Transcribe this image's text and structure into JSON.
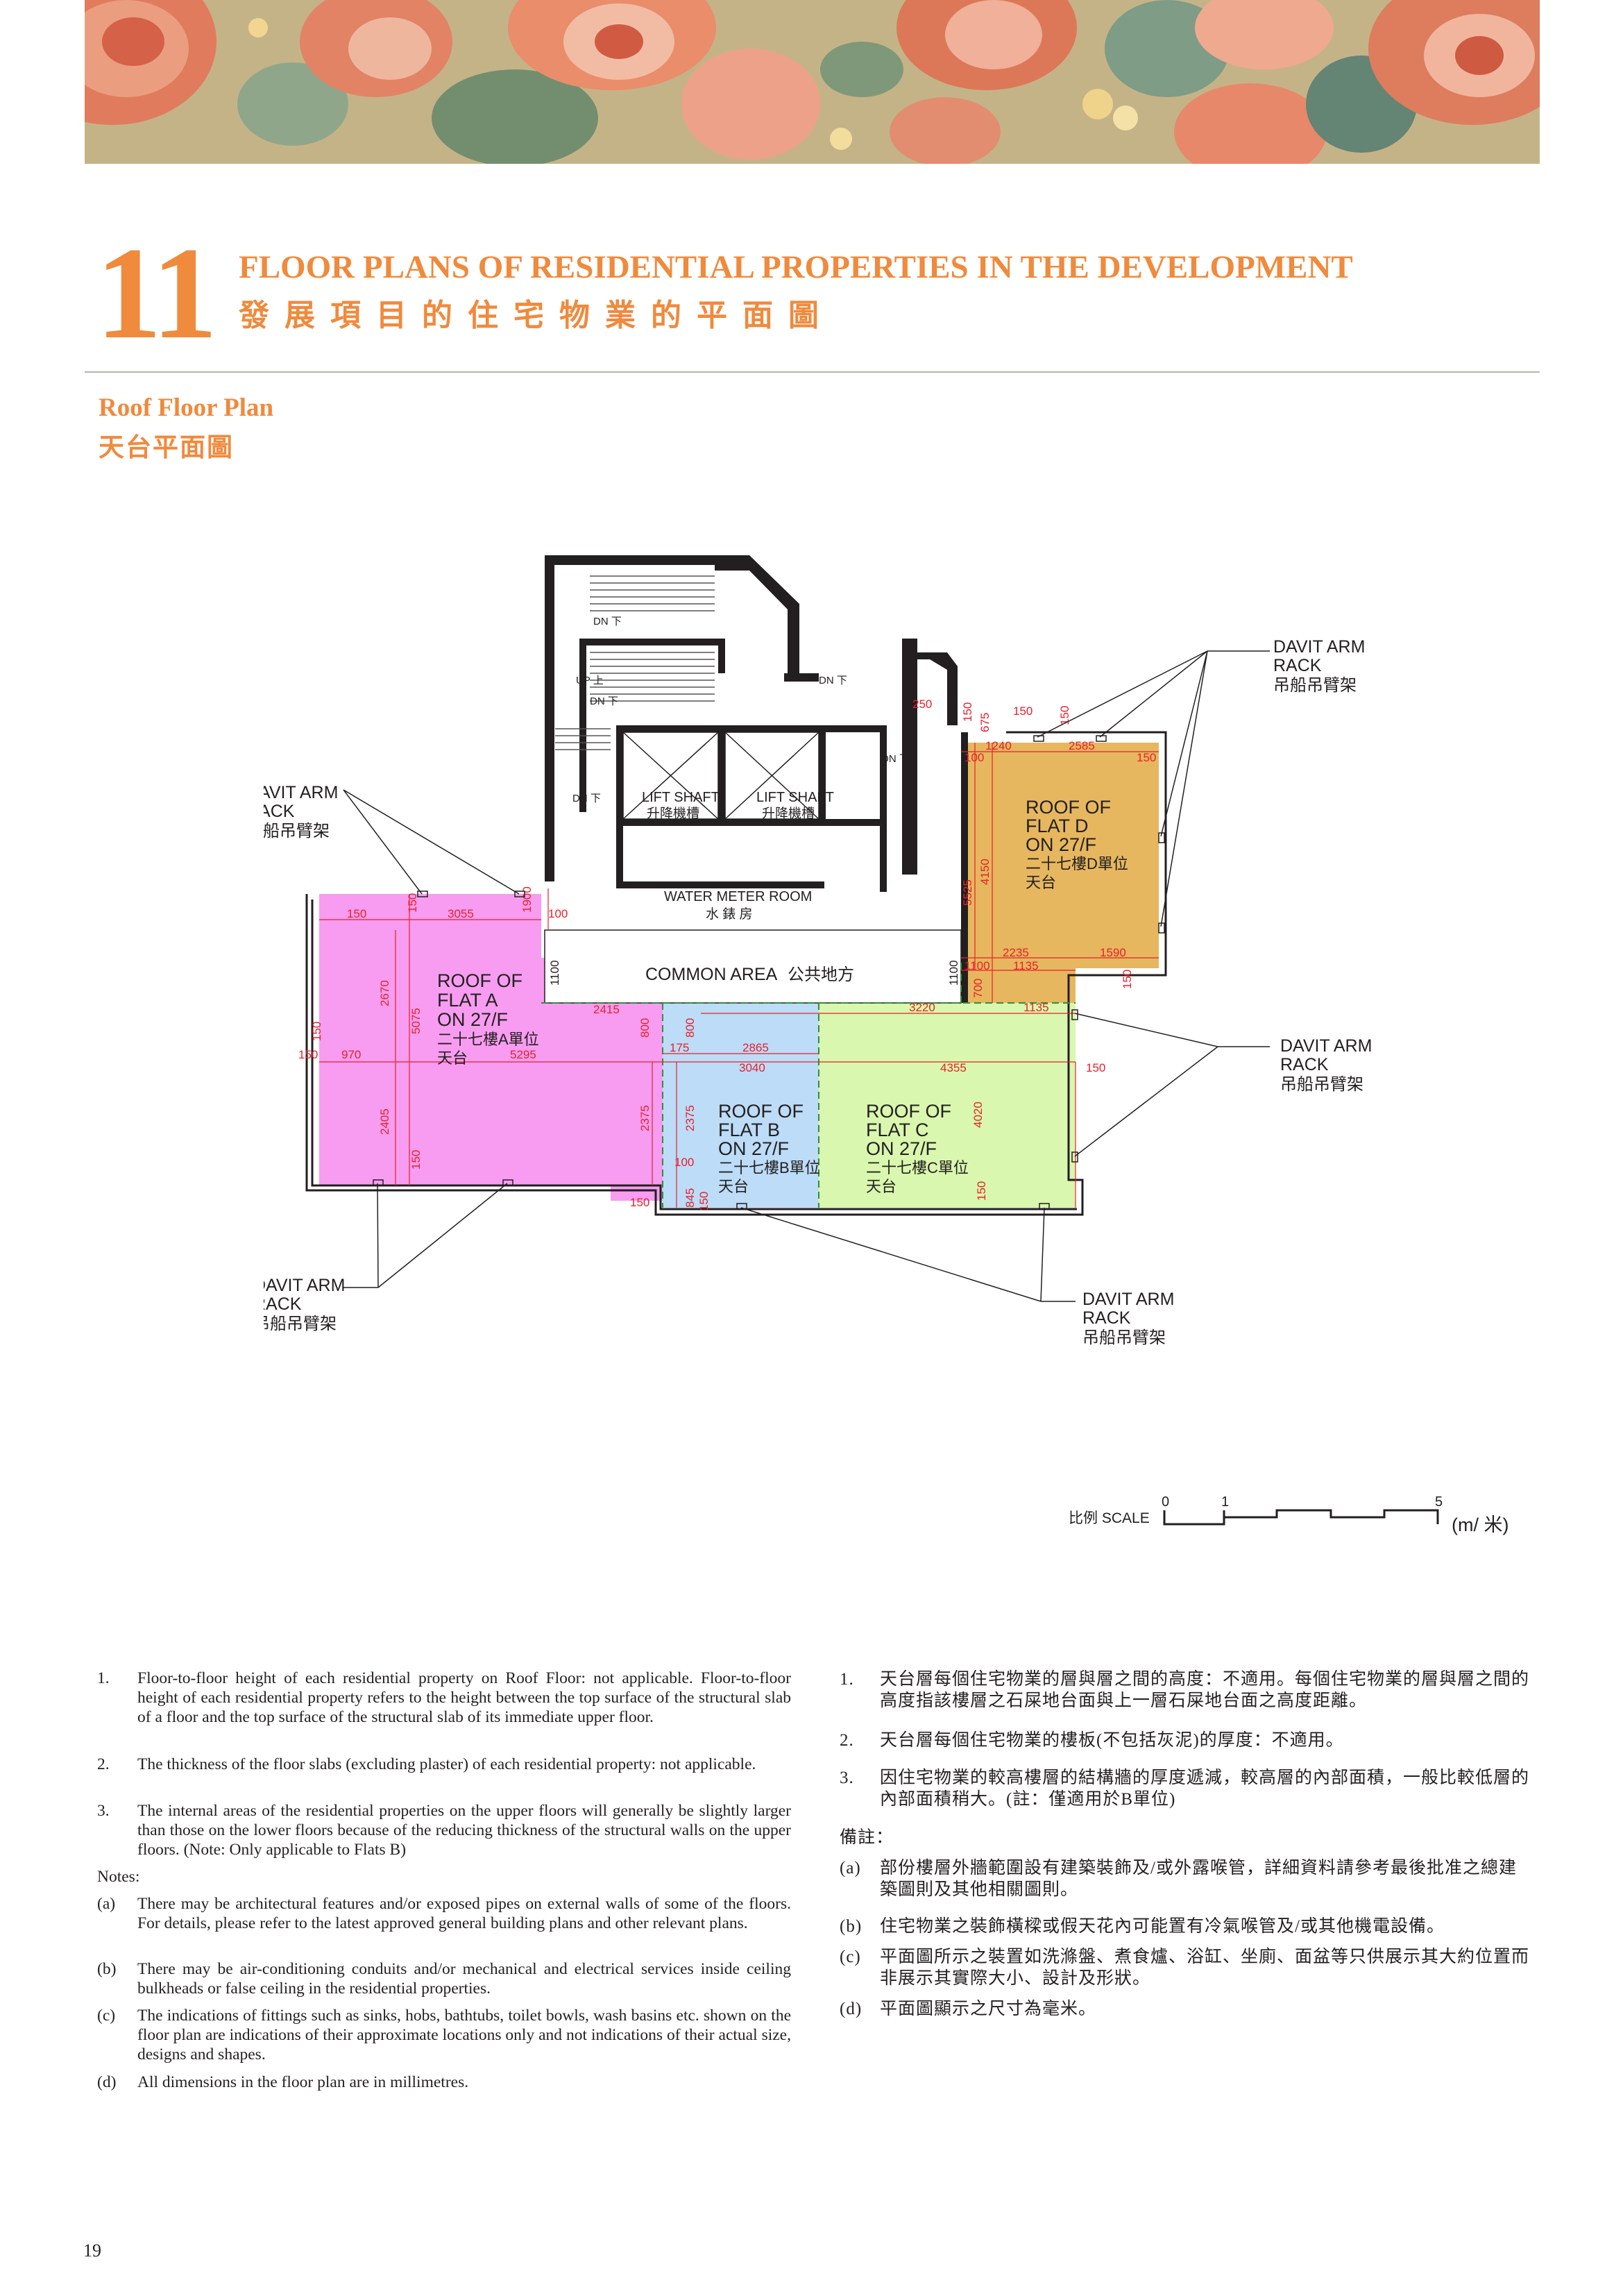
{
  "section": {
    "number": "11",
    "title_en": "FLOOR PLANS OF RESIDENTIAL PROPERTIES IN THE DEVELOPMENT",
    "title_zh": "發展項目的住宅物業的平面圖"
  },
  "plan": {
    "title_en": "Roof Floor Plan",
    "title_zh": "天台平面圖"
  },
  "floorplan": {
    "rooms": {
      "lift_shaft": "LIFT SHAFT",
      "lift_shaft_zh": "升降機槽",
      "water_meter": "WATER METER ROOM",
      "water_meter_zh": "水 錶 房",
      "common_area": "COMMON AREA",
      "common_area_zh": "公共地方",
      "dn": "DN 下",
      "up": "UP 上"
    },
    "flats": [
      {
        "l1": "ROOF OF",
        "l2": "FLAT A",
        "l3": "ON 27/F",
        "zh1": "二十七樓A單位",
        "zh2": "天台",
        "color": "#f79cf0"
      },
      {
        "l1": "ROOF OF",
        "l2": "FLAT B",
        "l3": "ON 27/F",
        "zh1": "二十七樓B單位",
        "zh2": "天台",
        "color": "#bcdcf7"
      },
      {
        "l1": "ROOF OF",
        "l2": "FLAT C",
        "l3": "ON 27/F",
        "zh1": "二十七樓C單位",
        "zh2": "天台",
        "color": "#d9f7ae"
      },
      {
        "l1": "ROOF OF",
        "l2": "FLAT D",
        "l3": "ON 27/F",
        "zh1": "二十七樓D單位",
        "zh2": "天台",
        "color": "#e6b75f"
      }
    ],
    "davit_label_1": "DAVIT ARM",
    "davit_label_2": "RACK",
    "davit_label_zh": "吊船吊臂架",
    "dimensions": {
      "d150": "150",
      "d3055": "3055",
      "d100": "100",
      "d1900": "1900",
      "d1100": "1100",
      "d2670": "2670",
      "d5075": "5075",
      "d2415": "2415",
      "d800": "800",
      "d970": "970",
      "d5295": "5295",
      "d2405": "2405",
      "d2375": "2375",
      "d175": "175",
      "d2865": "2865",
      "d3040": "3040",
      "d845": "845",
      "d3220": "3220",
      "d1135": "1135",
      "d4355": "4355",
      "d4020": "4020",
      "d700": "700",
      "d2235": "2235",
      "d1590": "1590",
      "d5525": "5525",
      "d4150": "4150",
      "d250": "250",
      "d675": "675",
      "d1240": "1240",
      "d2585": "2585"
    }
  },
  "scale": {
    "label": "比例  SCALE",
    "t0": "0",
    "t1": "1",
    "t5": "5",
    "unit": "(m/ 米)"
  },
  "notes_en": {
    "n1_num": "1.",
    "n1": "Floor-to-floor height of each residential property on Roof Floor: not applicable. Floor-to-floor height of each residential property refers to the height between the top surface of the structural slab of a floor and the top surface of the structural slab of its immediate upper floor.",
    "n2_num": "2.",
    "n2": "The thickness of the floor slabs (excluding plaster) of each residential property: not applicable.",
    "n3_num": "3.",
    "n3": "The internal areas of the residential properties on the upper floors will generally be slightly larger than those on the lower floors because of the reducing thickness of the structural walls on the upper floors. (Note: Only applicable to Flats B)",
    "notes_heading": "Notes:",
    "a_num": "(a)",
    "a": "There may be architectural features and/or exposed pipes on external walls of some of the floors.  For details, please refer to the latest approved general building plans and other relevant plans.",
    "b_num": "(b)",
    "b": "There may be air-conditioning conduits and/or mechanical and electrical services inside ceiling bulkheads or false ceiling in the residential properties.",
    "c_num": "(c)",
    "c": "The indications of fittings such as sinks, hobs, bathtubs, toilet bowls, wash basins etc. shown on the floor plan are indications of their approximate locations only and not indications of their actual size, designs and shapes.",
    "d_num": "(d)",
    "d": "All dimensions in the floor plan are in millimetres."
  },
  "notes_zh": {
    "n1_num": "1.",
    "n1": "天台層每個住宅物業的層與層之間的高度：不適用。每個住宅物業的層與層之間的高度指該樓層之石屎地台面與上一層石屎地台面之高度距離。",
    "n2_num": "2.",
    "n2": "天台層每個住宅物業的樓板(不包括灰泥)的厚度：不適用。",
    "n3_num": "3.",
    "n3": "因住宅物業的較高樓層的結構牆的厚度遞減，較高層的內部面積，一般比較低層的內部面積稍大。(註：僅適用於B單位)",
    "notes_heading": "備註：",
    "a_num": "(a)",
    "a": "部份樓層外牆範圍設有建築裝飾及/或外露喉管，詳細資料請參考最後批准之總建築圖則及其他相關圖則。",
    "b_num": "(b)",
    "b": "住宅物業之裝飾橫樑或假天花內可能置有冷氣喉管及/或其他機電設備。",
    "c_num": "(c)",
    "c": "平面圖所示之裝置如洗滌盤、煮食爐、浴缸、坐廁、面盆等只供展示其大約位置而非展示其實際大小、設計及形狀。",
    "d_num": "(d)",
    "d": "平面圖顯示之尺寸為毫米。"
  },
  "page_number": "19",
  "colors": {
    "accent": "#f08a3c",
    "flat_a": "#f79cf0",
    "flat_b": "#bcdcf7",
    "flat_c": "#d9f7ae",
    "flat_d": "#e6b75f",
    "dimension_red": "#e8202a",
    "banner_bg": "#c9b88f"
  }
}
